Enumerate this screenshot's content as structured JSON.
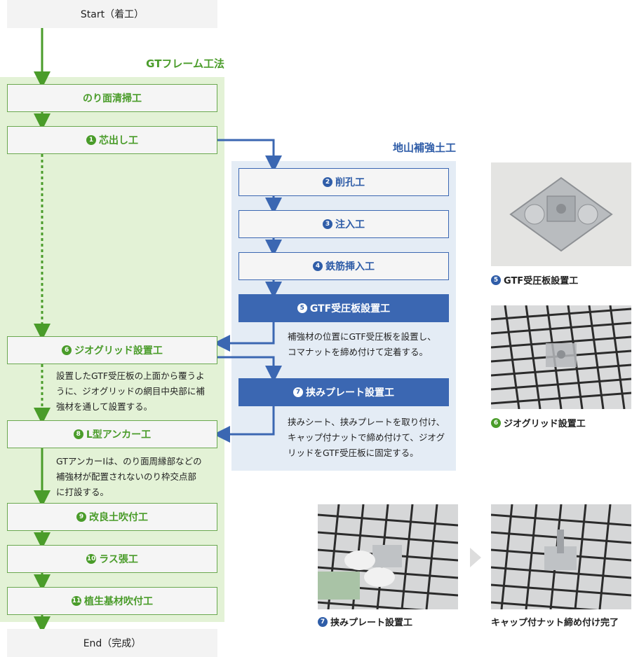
{
  "start_label": "Start（着工）",
  "end_label": "End（完成）",
  "gt_frame": {
    "title": "GTフレーム工法",
    "steps": [
      {
        "num": "",
        "label": "のり面清掃工"
      },
      {
        "num": "1",
        "label": "芯出し工"
      },
      {
        "num": "6",
        "label": "ジオグリッド設置工"
      },
      {
        "num": "8",
        "label": "L型アンカー工"
      },
      {
        "num": "9",
        "label": "改良土吹付工"
      },
      {
        "num": "10",
        "label": "ラス張工"
      },
      {
        "num": "11",
        "label": "植生基材吹付工"
      }
    ],
    "desc_geogrid": [
      "設置したGTF受圧板の上面から覆うよ",
      "うに、ジオグリッドの網目中央部に補",
      "強材を通して設置する。"
    ],
    "desc_anchor": [
      "GTアンカーⅠは、のり面周縁部などの",
      "補強材が配置されないのり枠交点部",
      "に打設する。"
    ]
  },
  "reinforce": {
    "title": "地山補強土工",
    "steps": [
      {
        "num": "2",
        "label": "削孔工"
      },
      {
        "num": "3",
        "label": "注入工"
      },
      {
        "num": "4",
        "label": "鉄筋挿入工"
      },
      {
        "num": "5",
        "label": "GTF受圧板設置工"
      },
      {
        "num": "7",
        "label": "挟みプレート設置工"
      }
    ],
    "desc_gtf": [
      "補強材の位置にGTF受圧板を設置し、",
      "コマナットを締め付けて定着する。"
    ],
    "desc_plate": [
      "挟みシート、挟みプレートを取り付け、",
      "キャップ付ナットで締め付けて、ジオグ",
      "リッドをGTF受圧板に固定する。"
    ]
  },
  "photos": [
    {
      "num": "5",
      "caption": "GTF受圧板設置工"
    },
    {
      "num": "6",
      "caption": "ジオグリッド設置工"
    },
    {
      "num": "7",
      "caption": "挟みプレート設置工"
    },
    {
      "num": "",
      "caption": "キャップ付ナット締め付け完了"
    }
  ],
  "colors": {
    "green": "#4a9c2a",
    "blue": "#3b67b2",
    "green_panel": "#e3f2d6",
    "blue_panel": "#e4ecf5"
  }
}
